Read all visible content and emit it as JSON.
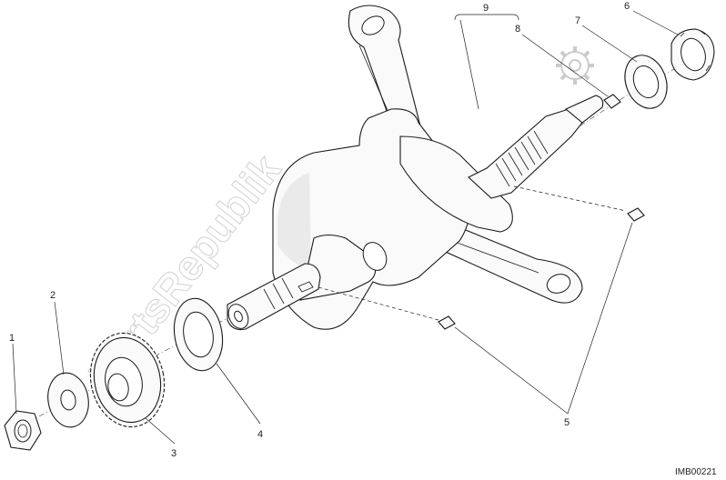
{
  "diagram": {
    "drawing_code": "IMB00221",
    "watermark_text": "PartsRepublik",
    "callouts": [
      {
        "id": "c1",
        "label": "1"
      },
      {
        "id": "c2",
        "label": "2"
      },
      {
        "id": "c3",
        "label": "3"
      },
      {
        "id": "c4",
        "label": "4"
      },
      {
        "id": "c5",
        "label": "5"
      },
      {
        "id": "c6",
        "label": "6"
      },
      {
        "id": "c7",
        "label": "7"
      },
      {
        "id": "c8",
        "label": "8"
      },
      {
        "id": "c9",
        "label": "9"
      }
    ],
    "parts": [
      {
        "callout": "1",
        "icon": "hex-nut"
      },
      {
        "callout": "2",
        "icon": "washer"
      },
      {
        "callout": "3",
        "icon": "timing-gear"
      },
      {
        "callout": "4",
        "icon": "thrust-washer"
      },
      {
        "callout": "5",
        "icon": "woodruff-key"
      },
      {
        "callout": "6",
        "icon": "ring-nut"
      },
      {
        "callout": "7",
        "icon": "washer"
      },
      {
        "callout": "8",
        "icon": "plug"
      },
      {
        "callout": "9",
        "icon": "crankshaft-connecting-rod-assembly"
      }
    ]
  }
}
